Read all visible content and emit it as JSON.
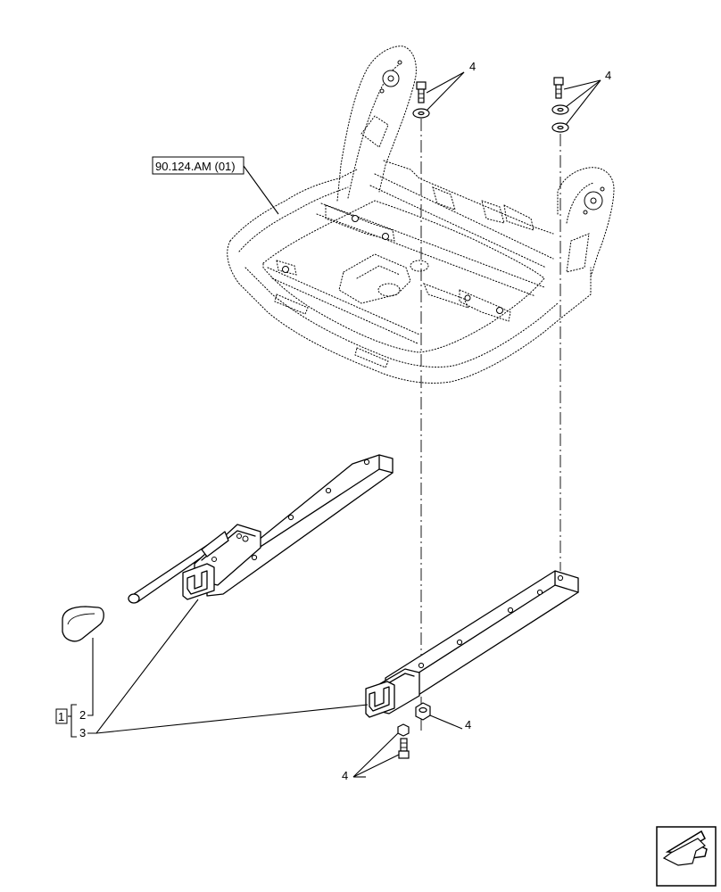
{
  "reference_label": "90.124.AM (01)",
  "callouts": {
    "item_1": "1",
    "item_2": "2",
    "item_3": "3",
    "item_4_top_left": "4",
    "item_4_top_right": "4",
    "item_4_nut": "4",
    "item_4_bottom": "4"
  },
  "nav_icon": "next-page-arrow-icon"
}
